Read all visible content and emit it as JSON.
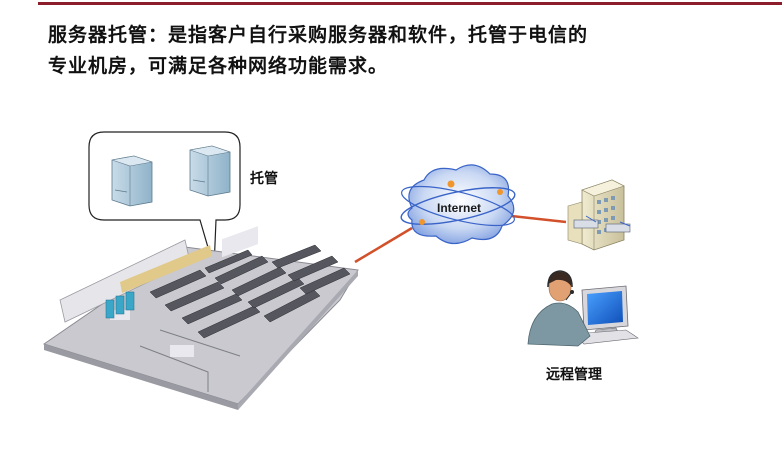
{
  "slide": {
    "headline_line1": "服务器托管：是指客户自行采购服务器和软件，托管于电信的",
    "headline_line2": "专业机房，可满足各种网络功能需求。"
  },
  "diagram": {
    "hosting_label": "托管",
    "internet_label": "Internet",
    "remote_label": "远程管理"
  },
  "colors": {
    "accent_rule": "#8b1e2a",
    "link_line": "#d2502a",
    "cloud_blue": "#3a64c8",
    "floor": "#c9c9cf"
  }
}
